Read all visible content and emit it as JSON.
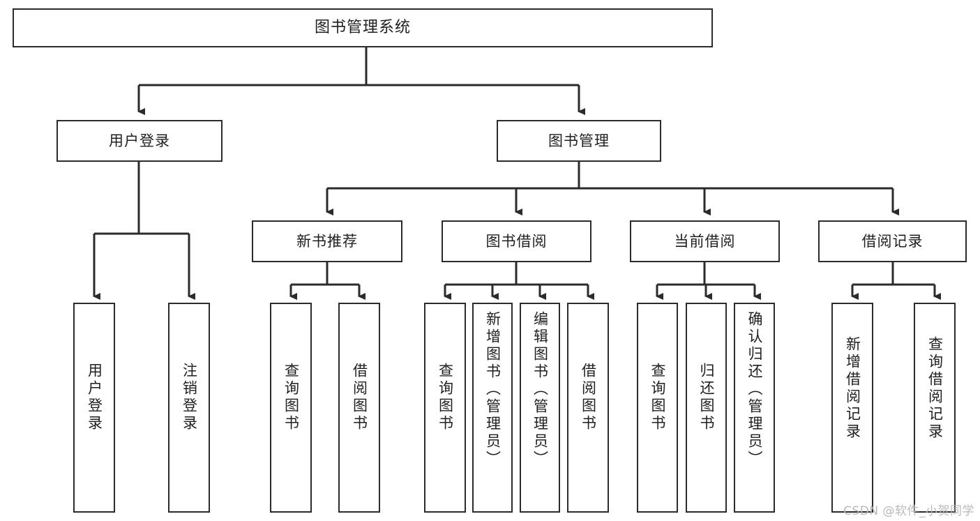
{
  "diagram": {
    "type": "tree-hierarchy",
    "title": "图书管理系统",
    "orientation": "top-down",
    "colors": {
      "box_border": "#2b2b2b",
      "box_fill": "#ffffff",
      "connector": "#2b2b2b",
      "text": "#1f1f1f",
      "watermark": "#b9b9b9"
    },
    "root": {
      "label": "图书管理系统"
    },
    "level2": [
      {
        "label": "用户登录"
      },
      {
        "label": "图书管理"
      }
    ],
    "level3": [
      {
        "label": "新书推荐"
      },
      {
        "label": "图书借阅"
      },
      {
        "label": "当前借阅"
      },
      {
        "label": "借阅记录"
      }
    ],
    "leaves": {
      "user_login": [
        {
          "label": "用户登录"
        },
        {
          "label": "注销登录"
        }
      ],
      "new_book": [
        {
          "label": "查询图书"
        },
        {
          "label": "借阅图书"
        }
      ],
      "book_borrow": [
        {
          "label": "查询图书"
        },
        {
          "label": "新增图书（管理员）"
        },
        {
          "label": "编辑图书（管理员）"
        },
        {
          "label": "借阅图书"
        }
      ],
      "current_borrow": [
        {
          "label": "查询图书"
        },
        {
          "label": "归还图书"
        },
        {
          "label": "确认归还（管理员）"
        }
      ],
      "borrow_record": [
        {
          "label": "新增借阅记录"
        },
        {
          "label": "查询借阅记录"
        }
      ]
    },
    "watermark": "CSDN @软件_小贺同学"
  }
}
